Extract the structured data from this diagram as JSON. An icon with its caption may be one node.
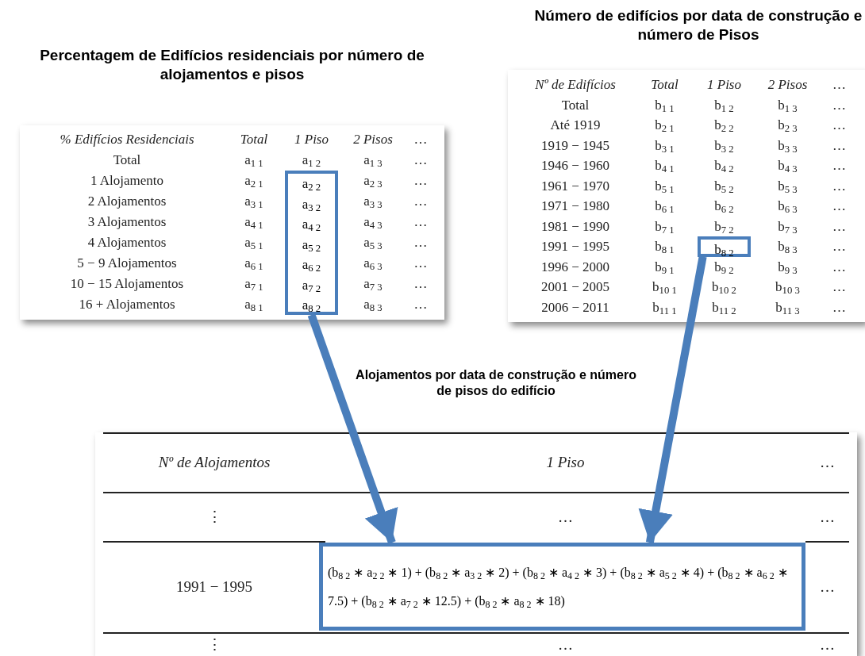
{
  "diagram": {
    "nodes": [
      {
        "text": [
          "Percentagem de Edifícios residenciais por número de alojamentos e pisos"
        ]
      },
      {
        "text": [
          "a$_{2 2}$",
          "a$_{3 2}$",
          "a$_{4 2}$",
          "a$_{5 2}$",
          "a$_{6 2}$",
          "a$_{7 2}$",
          "a$_{8 2}$"
        ],
        "in": 0
      },
      {
        "text": [
          "Número de edifícios por data de construção e número de Pisos"
        ]
      },
      {
        "text": [
          "b$_{8 2}$"
        ],
        "in": 2
      },
      {
        "text": [
          "Alojamentos por data de construção e número de pisos do edifício"
        ]
      },
      {
        "text": [
          "(b$_{8 2}$ ∗ a$_{2 2}$ ∗ 1) + (b$_{8 2}$ ∗ a$_{3 2}$ ∗ 2) + (b$_{8 2}$ ∗ a$_{4 2}$ ∗ 3) + (b$_{8 2}$ ∗ a$_{5 2}$ ∗ 4) + (b$_{8 2}$ ∗ a$_{6 2}$ ∗ 7.5) + (b$_{8 2}$ ∗ a$_{7 2}$ ∗ 12.5) + (b$_{8 2}$ ∗ a$_{8 2}$ ∗ 18)"
        ],
        "in": 4
      }
    ],
    "edges": [
      {
        "from": 1,
        "to": 5,
        "arrow": "to"
      },
      {
        "from": 3,
        "to": 5,
        "arrow": "to"
      }
    ],
    "labels": [
      "% Edifícios Residenciais",
      "Total",
      "1 Piso",
      "2 Pisos",
      "…",
      "Total",
      "a$_{1 1}$",
      "a$_{1 2}$",
      "a$_{1 3}$",
      "…",
      "1 Alojamento",
      "a$_{2 1}$",
      "a$_{2 3}$",
      "…",
      "2 Alojamentos",
      "a$_{3 1}$",
      "a$_{3 3}$",
      "…",
      "3 Alojamentos",
      "a$_{4 1}$",
      "a$_{4 3}$",
      "…",
      "4 Alojamentos",
      "a$_{5 1}$",
      "a$_{5 3}$",
      "…",
      "5 − 9 Alojamentos",
      "a$_{6 1}$",
      "a$_{6 3}$",
      "…",
      "10 − 15 Alojamentos",
      "a$_{7 1}$",
      "a$_{7 3}$",
      "…",
      "16 + Alojamentos",
      "a$_{8 1}$",
      "a$_{8 3}$",
      "…",
      "Nº de Edifícios",
      "Total",
      "1 Piso",
      "2 Pisos",
      "…",
      "Total",
      "b$_{1 1}$",
      "b$_{1 2}$",
      "b$_{1 3}$",
      "…",
      "Até 1919",
      "b$_{2 1}$",
      "b$_{2 2}$",
      "b$_{2 3}$",
      "…",
      "1919 − 1945",
      "b$_{3 1}$",
      "b$_{3 2}$",
      "b$_{3 3}$",
      "…",
      "1946 − 1960",
      "b$_{4 1}$",
      "b$_{4 2}$",
      "b$_{4 3}$",
      "…",
      "1961 − 1970",
      "b$_{5 1}$",
      "b$_{5 2}$",
      "b$_{5 3}$",
      "…",
      "1971 − 1980",
      "b$_{6 1}$",
      "b$_{6 2}$",
      "b$_{6 3}$",
      "…",
      "1981 − 1990",
      "b$_{7 1}$",
      "b$_{7 2}$",
      "b$_{7 3}$",
      "…",
      "1991 − 1995",
      "b$_{8 1}$",
      "b$_{8 3}$",
      "…",
      "1996 − 2000",
      "b$_{9 1}$",
      "b$_{9 2}$",
      "b$_{9 3}$",
      "…",
      "2001 − 2005",
      "b$_{10 1}$",
      "b$_{10 2}$",
      "b$_{10 3}$",
      "…",
      "2006 − 2011",
      "b$_{11 1}$",
      "b$_{11 2}$",
      "b$_{11 3}$",
      "…",
      "Nº de Alojamentos",
      "1 Piso",
      "…",
      "⋮",
      "…",
      "…",
      "1991 − 1995",
      "…",
      "⋮",
      "…",
      "…"
    ]
  }
}
